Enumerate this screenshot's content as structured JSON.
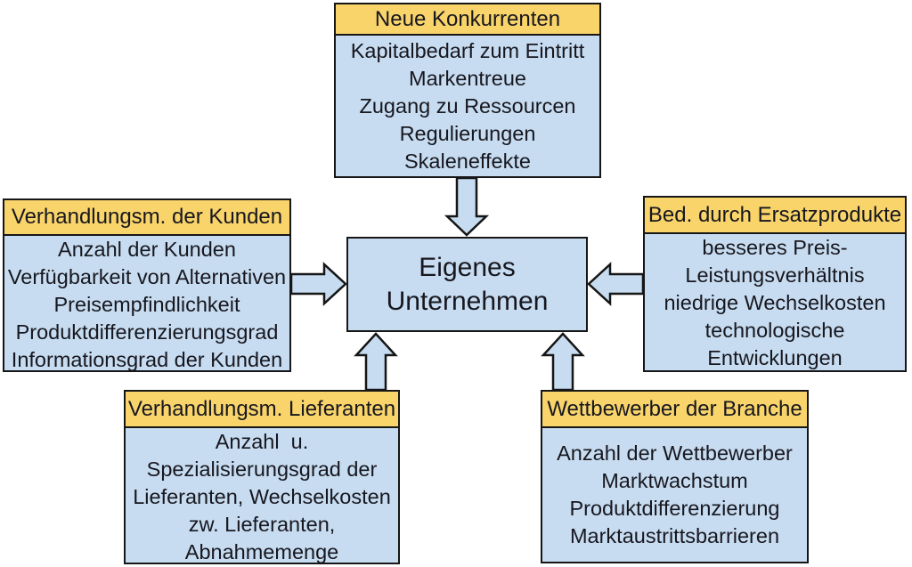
{
  "colors": {
    "header_bg": "#F8D46A",
    "body_bg": "#C7DCF0",
    "border": "#161616",
    "text": "#17171F",
    "background": "#FFFFFF"
  },
  "diagram": {
    "center": {
      "name": "Eigenes Unternehmen",
      "lines": [
        "Eigenes",
        "Unternehmen"
      ]
    },
    "nodes": {
      "top": {
        "header": "Neue Konkurrenten",
        "lines": [
          "Kapitalbedarf zum Eintritt",
          "Markentreue",
          "Zugang zu Ressourcen",
          "Regulierungen",
          "Skaleneffekte"
        ]
      },
      "left": {
        "header": "Verhandlungsm. der Kunden",
        "lines": [
          "Anzahl der Kunden",
          "Verfügbarkeit von Alternativen",
          "Preisempfindlichkeit",
          "Produktdifferenzierungsgrad",
          "Informationsgrad der Kunden"
        ]
      },
      "right": {
        "header": "Bed. durch Ersatzprodukte",
        "lines": [
          "besseres Preis-",
          "Leistungsverhältnis",
          "niedrige Wechselkosten",
          "technologische",
          "Entwicklungen"
        ]
      },
      "bottom_left": {
        "header": "Verhandlungsm. Lieferanten",
        "lines": [
          "Anzahl  u.",
          "Spezialisierungsgrad der",
          "Lieferanten, Wechselkosten",
          "zw. Lieferanten,",
          "Abnahmemenge"
        ]
      },
      "bottom_right": {
        "header": "Wettbewerber der Branche",
        "lines": [
          "Anzahl der Wettbewerber",
          "Marktwachstum",
          "Produktdifferenzierung",
          "Marktaustrittsbarrieren"
        ]
      }
    },
    "edges": [
      {
        "from": "top",
        "to": "center",
        "direction": "down"
      },
      {
        "from": "left",
        "to": "center",
        "direction": "right"
      },
      {
        "from": "right",
        "to": "center",
        "direction": "left"
      },
      {
        "from": "bottom_left",
        "to": "center",
        "direction": "up"
      },
      {
        "from": "bottom_right",
        "to": "center",
        "direction": "up"
      }
    ]
  }
}
